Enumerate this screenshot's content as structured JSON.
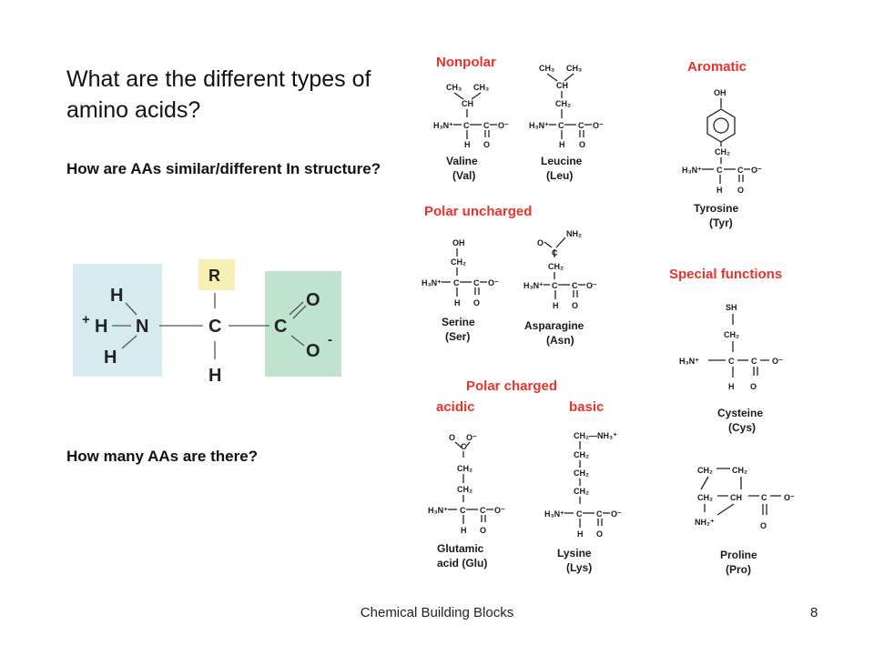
{
  "slide": {
    "title": "What are the different types of amino acids?",
    "question_structure": "How are AAs similar/different In structure?",
    "question_count": "How many AAs are there?",
    "footer": "Chemical Building Blocks",
    "page_number": "8"
  },
  "generic_amino_acid": {
    "r_group": "R",
    "amino_atoms": [
      "H",
      "H",
      "H",
      "N"
    ],
    "charge_plus": "+",
    "alpha_carbon": "C",
    "alpha_hydrogen": "H",
    "carboxyl_carbon": "C",
    "oxygen_top": "O",
    "oxygen_bottom": "O",
    "charge_minus": "-",
    "colors": {
      "amino_box": "#d6ebf0",
      "carboxyl_box": "#bfe3cf",
      "r_box": "#f6f0b4"
    }
  },
  "categories": {
    "nonpolar": "Nonpolar",
    "aromatic": "Aromatic",
    "polar_uncharged": "Polar uncharged",
    "special_functions": "Special functions",
    "polar_charged": "Polar charged",
    "acidic": "acidic",
    "basic": "basic",
    "color": "#e8332a"
  },
  "amino_acids": {
    "valine": {
      "name": "Valine",
      "abbr": "(Val)"
    },
    "leucine": {
      "name": "Leucine",
      "abbr": "(Leu)"
    },
    "tyrosine": {
      "name": "Tyrosine",
      "abbr": "(Tyr)"
    },
    "serine": {
      "name": "Serine",
      "abbr": "(Ser)"
    },
    "asparagine": {
      "name": "Asparagine",
      "abbr": "(Asn)"
    },
    "cysteine": {
      "name": "Cysteine",
      "abbr": "(Cys)"
    },
    "glutamic": {
      "name": "Glutamic",
      "abbr": "acid (Glu)"
    },
    "lysine": {
      "name": "Lysine",
      "abbr": "(Lys)"
    },
    "proline": {
      "name": "Proline",
      "abbr": "(Pro)"
    }
  },
  "labels": {
    "h3n": "H₃N⁺",
    "c": "C",
    "h": "H",
    "o": "O",
    "o_minus": "O⁻",
    "ch": "CH",
    "ch2": "CH₂",
    "ch3": "CH₃",
    "oh": "OH",
    "nh2": "NH₂",
    "sh": "SH",
    "ch2_nh3": "CH₂—NH₃⁺",
    "nh2_plus": "NH₂⁺"
  }
}
